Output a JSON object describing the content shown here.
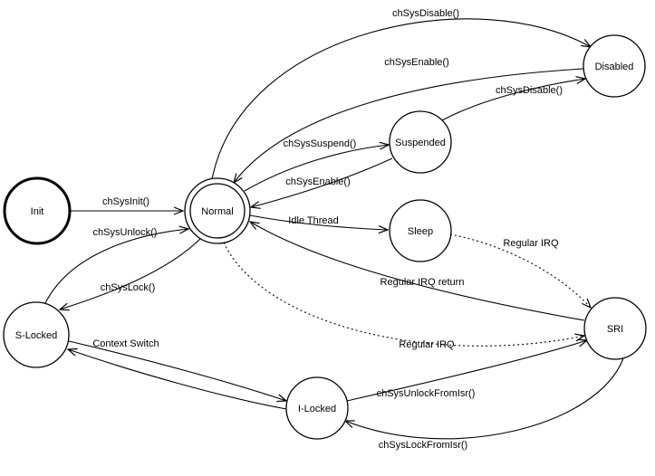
{
  "diagram": {
    "states": {
      "init": "Init",
      "normal": "Normal",
      "disabled": "Disabled",
      "suspended": "Suspended",
      "sleep": "Sleep",
      "s_locked": "S-Locked",
      "i_locked": "I-Locked",
      "sri": "SRI"
    },
    "transitions": {
      "normal_to_disabled": "chSysDisable()",
      "disabled_to_normal": "chSysEnable()",
      "suspended_to_disabled": "chSysDisable()",
      "normal_to_suspended": "chSysSuspend()",
      "suspended_to_normal": "chSysEnable()",
      "init_to_normal": "chSysInit()",
      "s_locked_to_normal": "chSysUnlock()",
      "normal_to_sleep": "Idle Thread",
      "sleep_to_sri": "Regular IRQ",
      "sri_to_normal": "Regular IRQ return",
      "normal_to_s_locked": "chSysLock()",
      "normal_to_sri": "Regular IRQ",
      "context_switch": "Context Switch",
      "i_locked_to_sri": "chSysUnlockFromIsr()",
      "sri_to_i_locked": "chSysLockFromIsr()"
    },
    "colors": {
      "stroke": "#000000",
      "fill": "#ffffff"
    }
  }
}
